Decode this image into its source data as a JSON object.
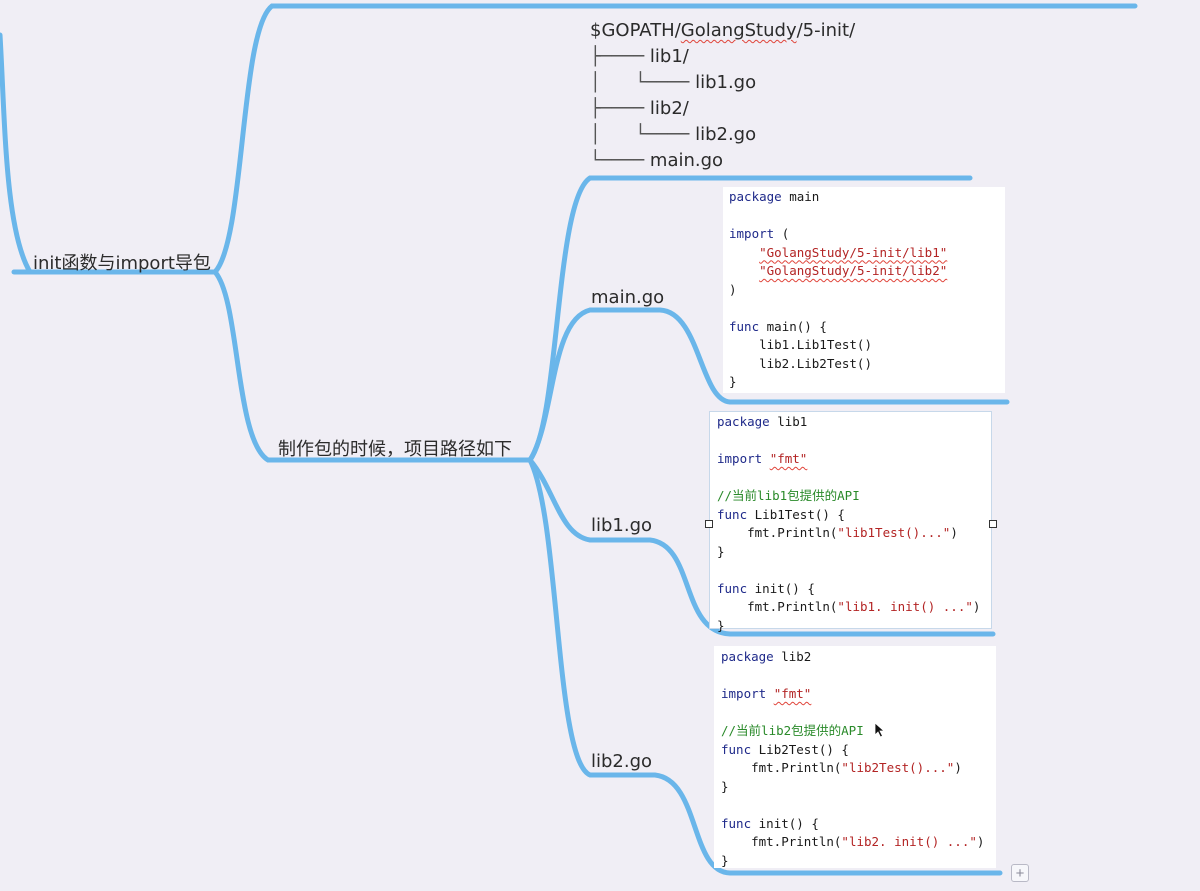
{
  "mindmap": {
    "root_label": "init函数与import导包",
    "branch_label": "制作包的时候，项目路径如下",
    "tree": {
      "root": "$GOPATH/GolangStudy/5-init/",
      "root_underlined": "GolangStudy",
      "items": [
        {
          "prefix": "├──── ",
          "name": "lib1/"
        },
        {
          "prefix": "│      └──── ",
          "name": "lib1.go"
        },
        {
          "prefix": "├──── ",
          "name": "lib2/"
        },
        {
          "prefix": "│      └──── ",
          "name": "lib2.go"
        },
        {
          "prefix": "└──── ",
          "name": "main.go"
        }
      ]
    },
    "files": [
      {
        "label": "main.go",
        "code": [
          [
            [
              "kw",
              "package"
            ],
            [
              "",
              "main"
            ]
          ],
          [],
          [
            [
              "kw",
              "import"
            ],
            [
              "",
              "("
            ]
          ],
          [
            [
              "",
              "    "
            ],
            [
              "str",
              "\"GolangStudy/5-init/lib1\""
            ]
          ],
          [
            [
              "",
              "    "
            ],
            [
              "str",
              "\"GolangStudy/5-init/lib2\""
            ]
          ],
          [
            [
              "",
              ")"
            ]
          ],
          [],
          [
            [
              "kw",
              "func"
            ],
            [
              "",
              "main() {"
            ]
          ],
          [
            [
              "",
              "    lib1.Lib1Test()"
            ]
          ],
          [
            [
              "",
              "    lib2.Lib2Test()"
            ]
          ],
          [
            [
              "",
              "}"
            ]
          ]
        ]
      },
      {
        "label": "lib1.go",
        "code": [
          [
            [
              "kw",
              "package"
            ],
            [
              "",
              "lib1"
            ]
          ],
          [],
          [
            [
              "kw",
              "import"
            ],
            [
              "str",
              "\"fmt\""
            ]
          ],
          [],
          [
            [
              "cm",
              "//当前lib1包提供的API"
            ]
          ],
          [
            [
              "kw",
              "func"
            ],
            [
              "",
              "Lib1Test() {"
            ]
          ],
          [
            [
              "",
              "    fmt.Println("
            ],
            [
              "str",
              "\"lib1Test()...\""
            ],
            [
              "",
              ")"
            ]
          ],
          [
            [
              "",
              "}"
            ]
          ],
          [],
          [
            [
              "kw",
              "func"
            ],
            [
              "",
              "init() {"
            ]
          ],
          [
            [
              "",
              "    fmt.Println("
            ],
            [
              "str",
              "\"lib1. init() ...\""
            ],
            [
              "",
              ")"
            ]
          ],
          [
            [
              "",
              "}"
            ]
          ]
        ]
      },
      {
        "label": "lib2.go",
        "code": [
          [
            [
              "kw",
              "package"
            ],
            [
              "",
              "lib2"
            ]
          ],
          [],
          [
            [
              "kw",
              "import"
            ],
            [
              "str",
              "\"fmt\""
            ]
          ],
          [],
          [
            [
              "cm",
              "//当前lib2包提供的API"
            ]
          ],
          [
            [
              "kw",
              "func"
            ],
            [
              "",
              "Lib2Test() {"
            ]
          ],
          [
            [
              "",
              "    fmt.Println("
            ],
            [
              "str",
              "\"lib2Test()...\""
            ],
            [
              "",
              ")"
            ]
          ],
          [
            [
              "",
              "}"
            ]
          ],
          [],
          [
            [
              "kw",
              "func"
            ],
            [
              "",
              "init() {"
            ]
          ],
          [
            [
              "",
              "    fmt.Println("
            ],
            [
              "str",
              "\"lib2. init() ...\""
            ],
            [
              "",
              ")"
            ]
          ],
          [
            [
              "",
              "}"
            ]
          ]
        ]
      }
    ],
    "add_button_symbol": "+"
  },
  "colors": {
    "branch": "#6ab6ea",
    "background": "#f0eef5",
    "keyword": "#1f2a8a",
    "string": "#b32424",
    "comment": "#2a8a2a"
  },
  "icons": [
    "mouse-cursor-icon",
    "plus-icon"
  ]
}
